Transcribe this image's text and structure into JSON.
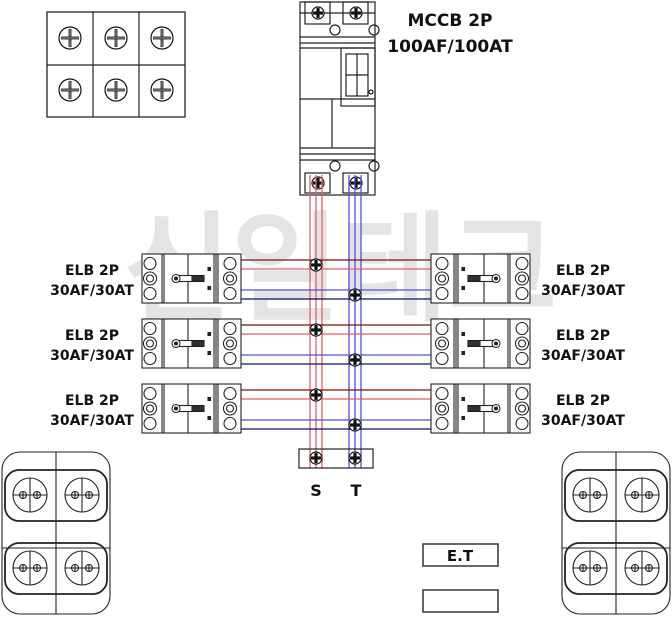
{
  "watermark": "신일테크",
  "mccb": {
    "line1": "MCCB 2P",
    "line2": "100AF/100AT"
  },
  "elb_left": [
    {
      "line1": "ELB 2P",
      "line2": "30AF/30AT"
    },
    {
      "line1": "ELB 2P",
      "line2": "30AF/30AT"
    },
    {
      "line1": "ELB 2P",
      "line2": "30AF/30AT"
    }
  ],
  "elb_right": [
    {
      "line1": "ELB 2P",
      "line2": "30AF/30AT"
    },
    {
      "line1": "ELB 2P",
      "line2": "30AF/30AT"
    },
    {
      "line1": "ELB 2P",
      "line2": "30AF/30AT"
    }
  ],
  "phases": {
    "s_label": "S",
    "t_label": "T",
    "s_color": "#e8191e",
    "t_color": "#1a55e0"
  },
  "wire_colors": {
    "s_light": "#e06060",
    "s_dark": "#7a1010",
    "t_light": "#5050d8",
    "t_dark": "#101070"
  },
  "et_box": {
    "label": "E.T"
  },
  "blank_box": {
    "label": ""
  },
  "outlets": {
    "left_count": 4,
    "right_count": 4
  }
}
